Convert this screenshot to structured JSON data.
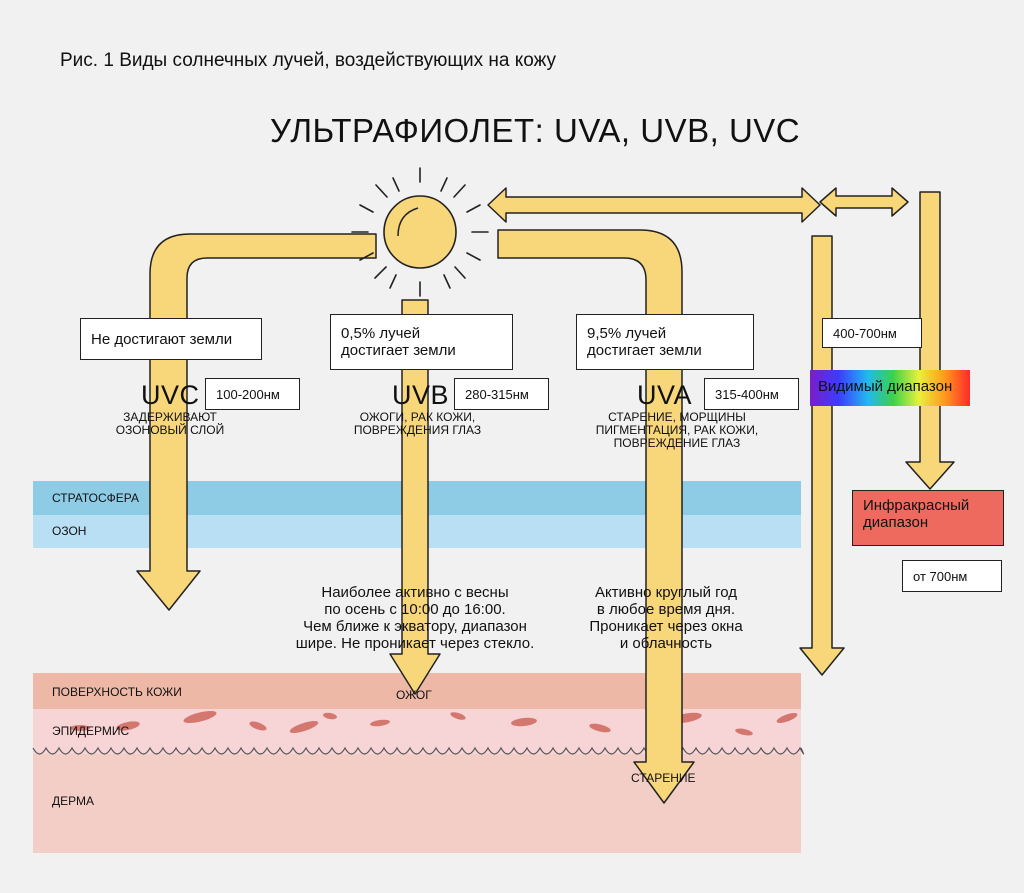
{
  "figure": {
    "caption": "Рис. 1 Виды солнечных лучей, воздействующих на кожу",
    "heading": "УЛЬТРАФИОЛЕТ: UVA, UVB, UVC"
  },
  "rays": {
    "uvc": {
      "reach": "Не достигают земли",
      "name": "UVC",
      "range": "100-200нм",
      "effect_line1": "Задерживают",
      "effect_line2": "озоновый слой"
    },
    "uvb": {
      "reach_line1": "0,5% лучей",
      "reach_line2": "достигает земли",
      "name": "UVB",
      "range": "280-315нм",
      "effect_line1": "Ожоги, рак кожи,",
      "effect_line2": "повреждения глаз",
      "note_line1": "Наиболее активно с весны",
      "note_line2": "по осень с 10:00 до 16:00.",
      "note_line3": "Чем ближе к экватору, диапазон",
      "note_line4": "шире. Не проникает через стекло.",
      "skin_effect": "Ожог"
    },
    "uva": {
      "reach_line1": "9,5% лучей",
      "reach_line2": "достигает земли",
      "name": "UVA",
      "range": "315-400нм",
      "effect_line1": "Старение, морщины",
      "effect_line2": "пигментация, рак кожи,",
      "effect_line3": "повреждение глаз",
      "note_line1": "Активно круглый год",
      "note_line2": "в любое время дня.",
      "note_line3": "Проникает через окна",
      "note_line4": "и облачность",
      "skin_effect": "Старение"
    },
    "visible": {
      "range": "400-700нм",
      "label": "Видимый диапазон"
    },
    "infrared": {
      "label_line1": "Инфракрасный",
      "label_line2": "диапазон",
      "range": "от 700нм"
    }
  },
  "layers": {
    "stratosphere": "Стратосфера",
    "ozone": "Озон",
    "skin_surface": "Поверхность кожи",
    "epidermis": "Эпидермис",
    "dermis": "Дерма"
  },
  "colors": {
    "arrow_fill": "#f8d77a",
    "sun_fill": "#f8d77a",
    "stratosphere": "#8ecbe5",
    "ozone": "#b8dff4",
    "skin_surface": "#edb8a6",
    "epidermis": "#f7d4d6",
    "dermis": "#f2cec7",
    "cells": "#d4786f",
    "infrared": "#ee6a5e"
  }
}
